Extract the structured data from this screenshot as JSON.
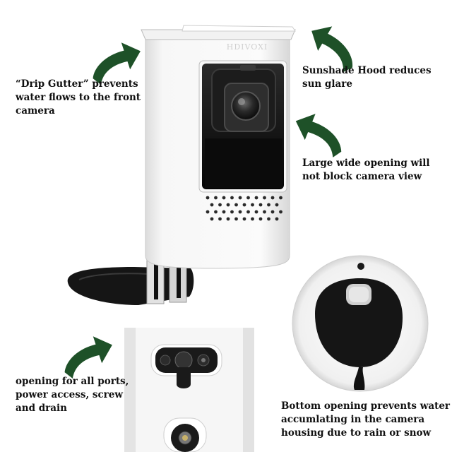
{
  "callouts": {
    "drip_gutter": "“Drip Gutter” prevents water flows to the front camera",
    "sunshade_hood": "Sunshade Hood reduces sun glare",
    "wide_opening": "Large wide opening will not block camera view",
    "ports_opening": "opening for all ports, power access, screw and drain",
    "bottom_opening": "Bottom opening prevents water accumlating in the camera housing due to rain or snow"
  },
  "camera_brand": "HDIVOXI",
  "colors": {
    "arrow": "#1e5128",
    "housing": "#f4f4f4",
    "lens_panel": "#111111",
    "mount": "#181818",
    "text": "#111111"
  },
  "icons": [
    "curved-arrow-icon"
  ]
}
